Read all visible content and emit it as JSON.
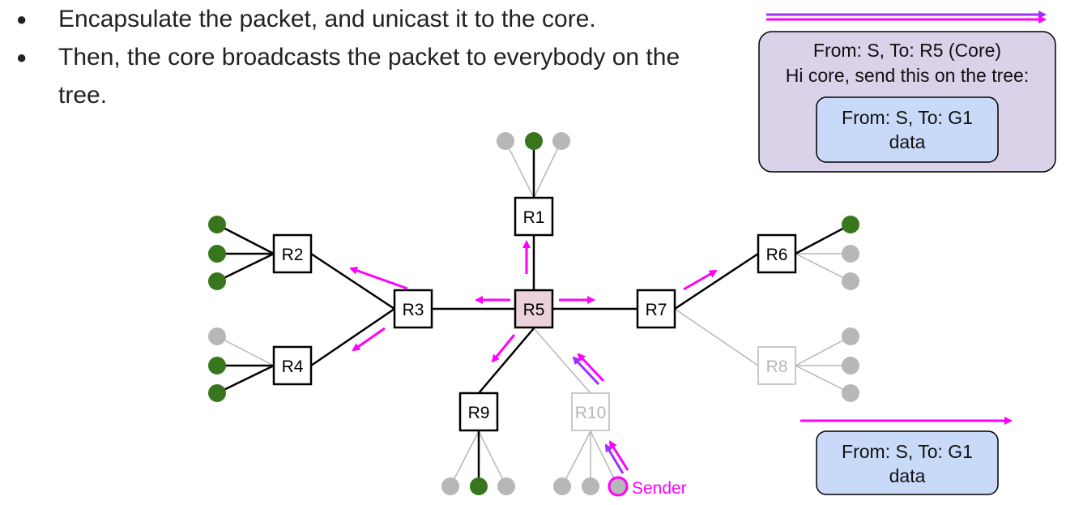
{
  "bullets": [
    "Encapsulate the packet, and unicast it to the core.",
    "Then, the core broadcasts the packet to everybody on the tree."
  ],
  "bullet_marker": "●",
  "routers": {
    "r1": "R1",
    "r2": "R2",
    "r3": "R3",
    "r4": "R4",
    "r5": "R5",
    "r6": "R6",
    "r7": "R7",
    "r8": "R8",
    "r9": "R9",
    "r10": "R10"
  },
  "sender_label": "Sender",
  "outer_packet": {
    "header": "From: S, To: R5 (Core)",
    "note": "Hi core, send this on the tree:",
    "inner_header": "From: S, To: G1",
    "inner_body": "data"
  },
  "bottom_packet": {
    "header": "From: S, To: G1",
    "body": "data"
  },
  "colors": {
    "arrow": "#ff00ff",
    "arrow_purple": "#9b30ff",
    "member": "#38761d",
    "non_member": "#b7b7b7",
    "core_fill": "#ead1dc",
    "outer_packet_fill": "#d9d2e9",
    "inner_packet_fill": "#c9daf8"
  }
}
